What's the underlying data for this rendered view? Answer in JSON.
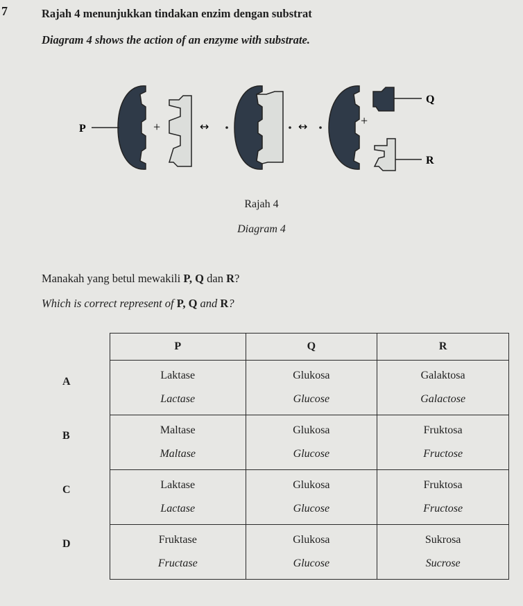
{
  "question": {
    "number": "7",
    "stem_ms": "Rajah 4 menunjukkan tindakan enzim dengan substrat",
    "stem_en": "Diagram 4 shows the action of an enzyme with substrate."
  },
  "diagram": {
    "labels": {
      "p": "P",
      "q": "Q",
      "r": "R"
    },
    "symbols": {
      "plus": "+",
      "arrow": "↔"
    },
    "caption_ms": "Rajah 4",
    "caption_en": "Diagram 4",
    "colors": {
      "enzyme": "#2f3a48",
      "substrate_fill": "#dcdedb",
      "stroke": "#232323"
    }
  },
  "prompt": {
    "ms_before": "Manakah yang betul mewakili ",
    "ms_vars": "P, Q",
    "ms_mid": " dan ",
    "ms_last": "R",
    "ms_after": "?",
    "en_before": "Which is correct represent of ",
    "en_vars": "P, Q",
    "en_mid": " and ",
    "en_last": "R",
    "en_after": "?"
  },
  "table": {
    "headers": [
      "P",
      "Q",
      "R"
    ],
    "rows": [
      {
        "option": "A",
        "p_ms": "Laktase",
        "p_en": "Lactase",
        "q_ms": "Glukosa",
        "q_en": "Glucose",
        "r_ms": "Galaktosa",
        "r_en": "Galactose"
      },
      {
        "option": "B",
        "p_ms": "Maltase",
        "p_en": "Maltase",
        "q_ms": "Glukosa",
        "q_en": "Glucose",
        "r_ms": "Fruktosa",
        "r_en": "Fructose"
      },
      {
        "option": "C",
        "p_ms": "Laktase",
        "p_en": "Lactase",
        "q_ms": "Glukosa",
        "q_en": "Glucose",
        "r_ms": "Fruktosa",
        "r_en": "Fructose"
      },
      {
        "option": "D",
        "p_ms": "Fruktase",
        "p_en": "Fructase",
        "q_ms": "Glukosa",
        "q_en": "Glucose",
        "r_ms": "Sukrosa",
        "r_en": "Sucrose"
      }
    ]
  }
}
